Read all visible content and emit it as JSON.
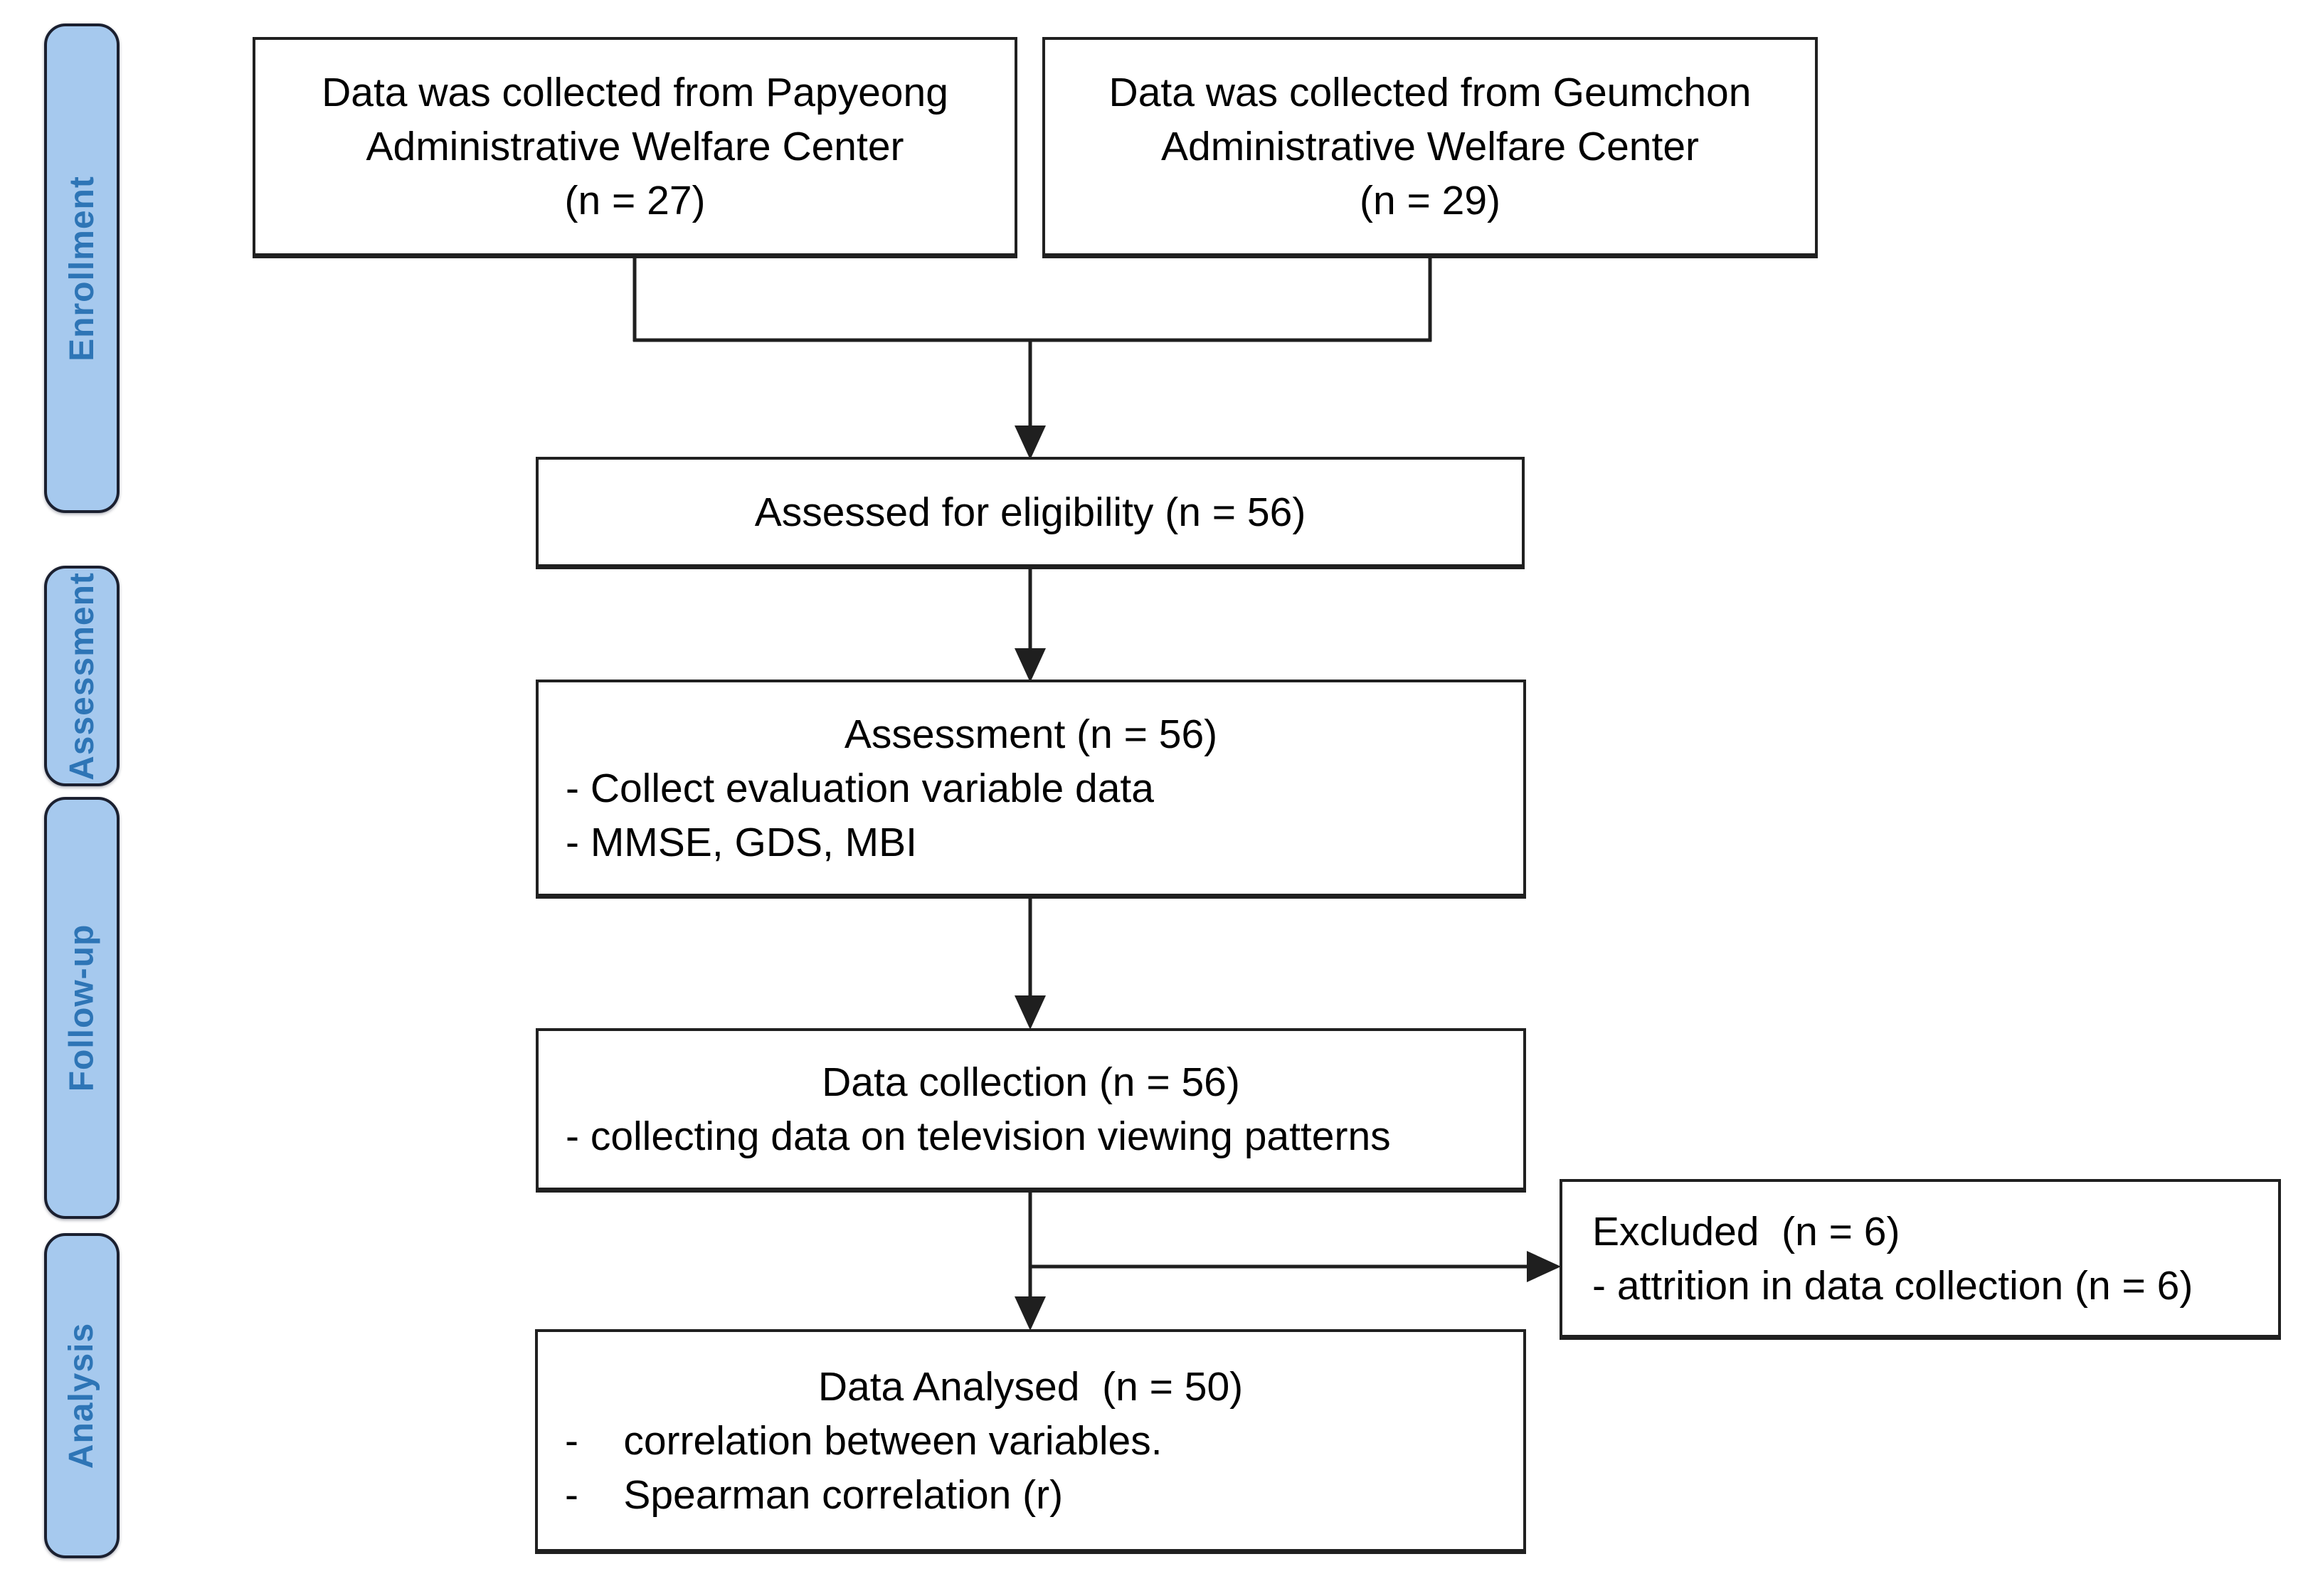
{
  "colors": {
    "background": "#ffffff",
    "stage_fill": "#a6c9ee",
    "stage_text": "#2e75b6",
    "stage_border": "#1b2030",
    "box_border": "#202020",
    "box_text": "#000000",
    "connector": "#1f1f1f"
  },
  "sidebar": {
    "stages": [
      {
        "label": "Enrollment"
      },
      {
        "label": "Assessment"
      },
      {
        "label": "Follow-up"
      },
      {
        "label": "Analysis"
      }
    ]
  },
  "boxes": {
    "papyeong": {
      "lines": [
        "Data was collected from Papyeong",
        "Administrative Welfare Center",
        "(n = 27)"
      ]
    },
    "geumchon": {
      "lines": [
        "Data was collected from Geumchon",
        "Administrative Welfare Center",
        "(n = 29)"
      ]
    },
    "assessed": {
      "lines": [
        "Assessed for eligibility (n = 56)"
      ]
    },
    "assessment": {
      "title": "Assessment (n = 56)",
      "bullets": [
        "- Collect evaluation variable data",
        "- MMSE, GDS, MBI"
      ]
    },
    "data_collection": {
      "title": "Data collection (n = 56)",
      "bullets": [
        "- collecting data on television viewing patterns"
      ]
    },
    "excluded": {
      "lines": [
        "Excluded  (n = 6)",
        "- attrition in data collection (n = 6)"
      ]
    },
    "analysed": {
      "title": "Data Analysed  (n = 50)",
      "bullets": [
        "-    correlation between variables.",
        "-    Spearman correlation (r)"
      ]
    }
  }
}
